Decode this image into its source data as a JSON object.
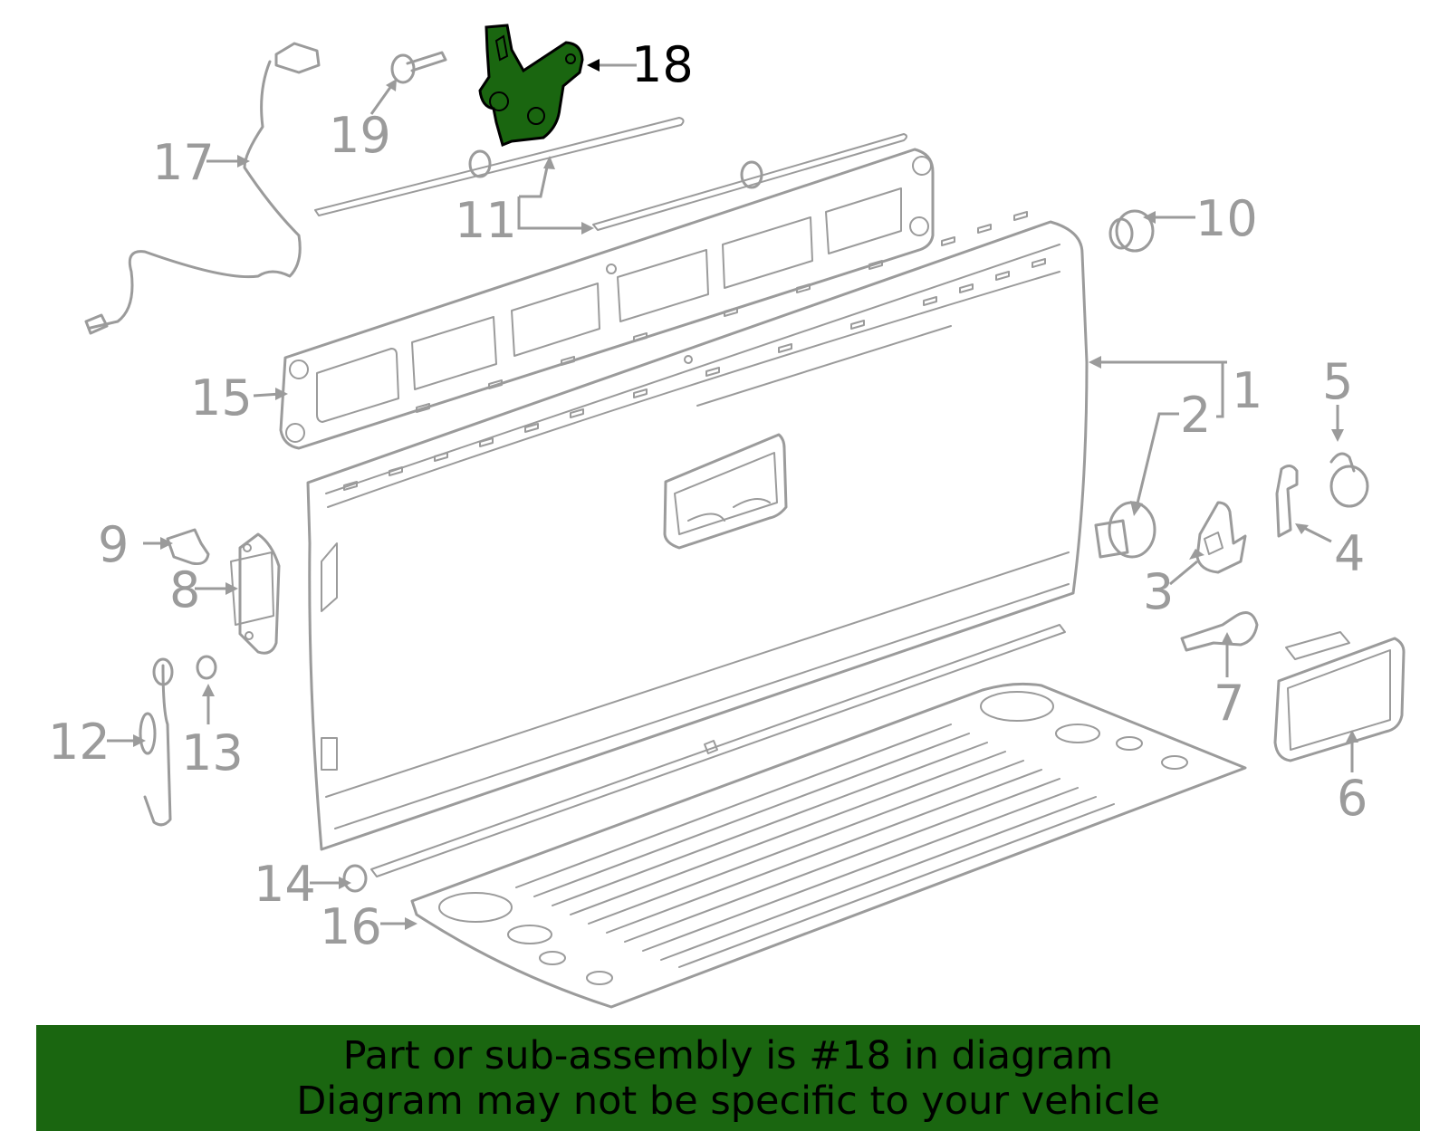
{
  "callouts": [
    {
      "id": "1",
      "label": "1"
    },
    {
      "id": "2",
      "label": "2"
    },
    {
      "id": "3",
      "label": "3"
    },
    {
      "id": "4",
      "label": "4"
    },
    {
      "id": "5",
      "label": "5"
    },
    {
      "id": "6",
      "label": "6"
    },
    {
      "id": "7",
      "label": "7"
    },
    {
      "id": "8",
      "label": "8"
    },
    {
      "id": "9",
      "label": "9"
    },
    {
      "id": "10",
      "label": "10"
    },
    {
      "id": "11",
      "label": "11"
    },
    {
      "id": "12",
      "label": "12"
    },
    {
      "id": "13",
      "label": "13"
    },
    {
      "id": "14",
      "label": "14"
    },
    {
      "id": "15",
      "label": "15"
    },
    {
      "id": "16",
      "label": "16"
    },
    {
      "id": "17",
      "label": "17"
    },
    {
      "id": "18",
      "label": "18"
    },
    {
      "id": "19",
      "label": "19"
    }
  ],
  "highlighted_part": "18",
  "colors": {
    "highlight": "#1a6610",
    "parts": "#9b9b9b",
    "banner": "#1a6610"
  },
  "banner": {
    "line1": "Part or sub-assembly is #18 in diagram",
    "line2": "Diagram may not be specific to your vehicle"
  }
}
